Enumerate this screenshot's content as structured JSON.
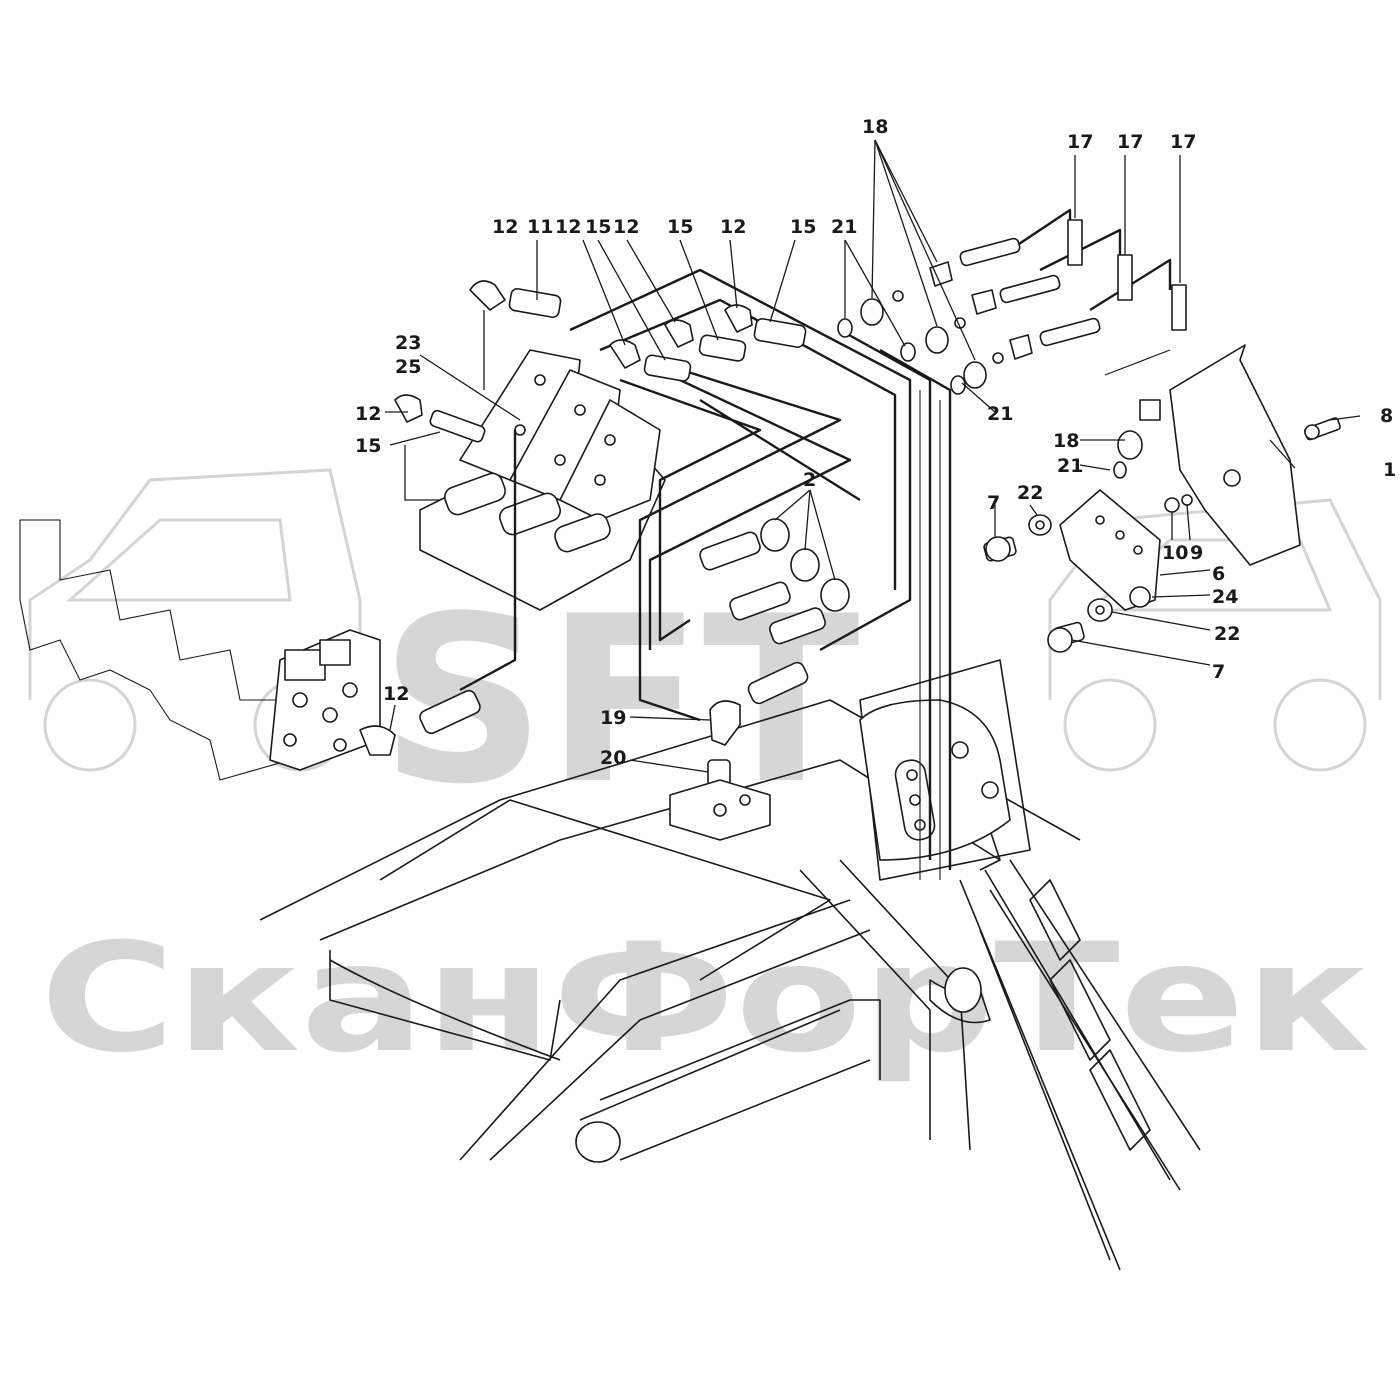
{
  "watermark": {
    "logo_text": "SFT",
    "caption": "СканФорТек",
    "color": "#cfcfcf"
  },
  "callouts": [
    {
      "id": "c12a",
      "label": "12"
    },
    {
      "id": "c11",
      "label": "11"
    },
    {
      "id": "c12b",
      "label": "12"
    },
    {
      "id": "c15a",
      "label": "15"
    },
    {
      "id": "c12c",
      "label": "12"
    },
    {
      "id": "c15b",
      "label": "15"
    },
    {
      "id": "c12d",
      "label": "12"
    },
    {
      "id": "c15c",
      "label": "15"
    },
    {
      "id": "c21a",
      "label": "21"
    },
    {
      "id": "c18a",
      "label": "18"
    },
    {
      "id": "c17a",
      "label": "17"
    },
    {
      "id": "c17b",
      "label": "17"
    },
    {
      "id": "c17c",
      "label": "17"
    },
    {
      "id": "c23",
      "label": "23"
    },
    {
      "id": "c25",
      "label": "25"
    },
    {
      "id": "c12e",
      "label": "12"
    },
    {
      "id": "c15d",
      "label": "15"
    },
    {
      "id": "c21b",
      "label": "21"
    },
    {
      "id": "c8",
      "label": "8"
    },
    {
      "id": "c18b",
      "label": "18"
    },
    {
      "id": "c21c",
      "label": "21"
    },
    {
      "id": "c1",
      "label": "1"
    },
    {
      "id": "c7a",
      "label": "7"
    },
    {
      "id": "c22a",
      "label": "22"
    },
    {
      "id": "c2",
      "label": "2"
    },
    {
      "id": "c10",
      "label": "10"
    },
    {
      "id": "c9",
      "label": "9"
    },
    {
      "id": "c6",
      "label": "6"
    },
    {
      "id": "c24",
      "label": "24"
    },
    {
      "id": "c22b",
      "label": "22"
    },
    {
      "id": "c7b",
      "label": "7"
    },
    {
      "id": "c12f",
      "label": "12"
    },
    {
      "id": "c19",
      "label": "19"
    },
    {
      "id": "c20",
      "label": "20"
    }
  ]
}
